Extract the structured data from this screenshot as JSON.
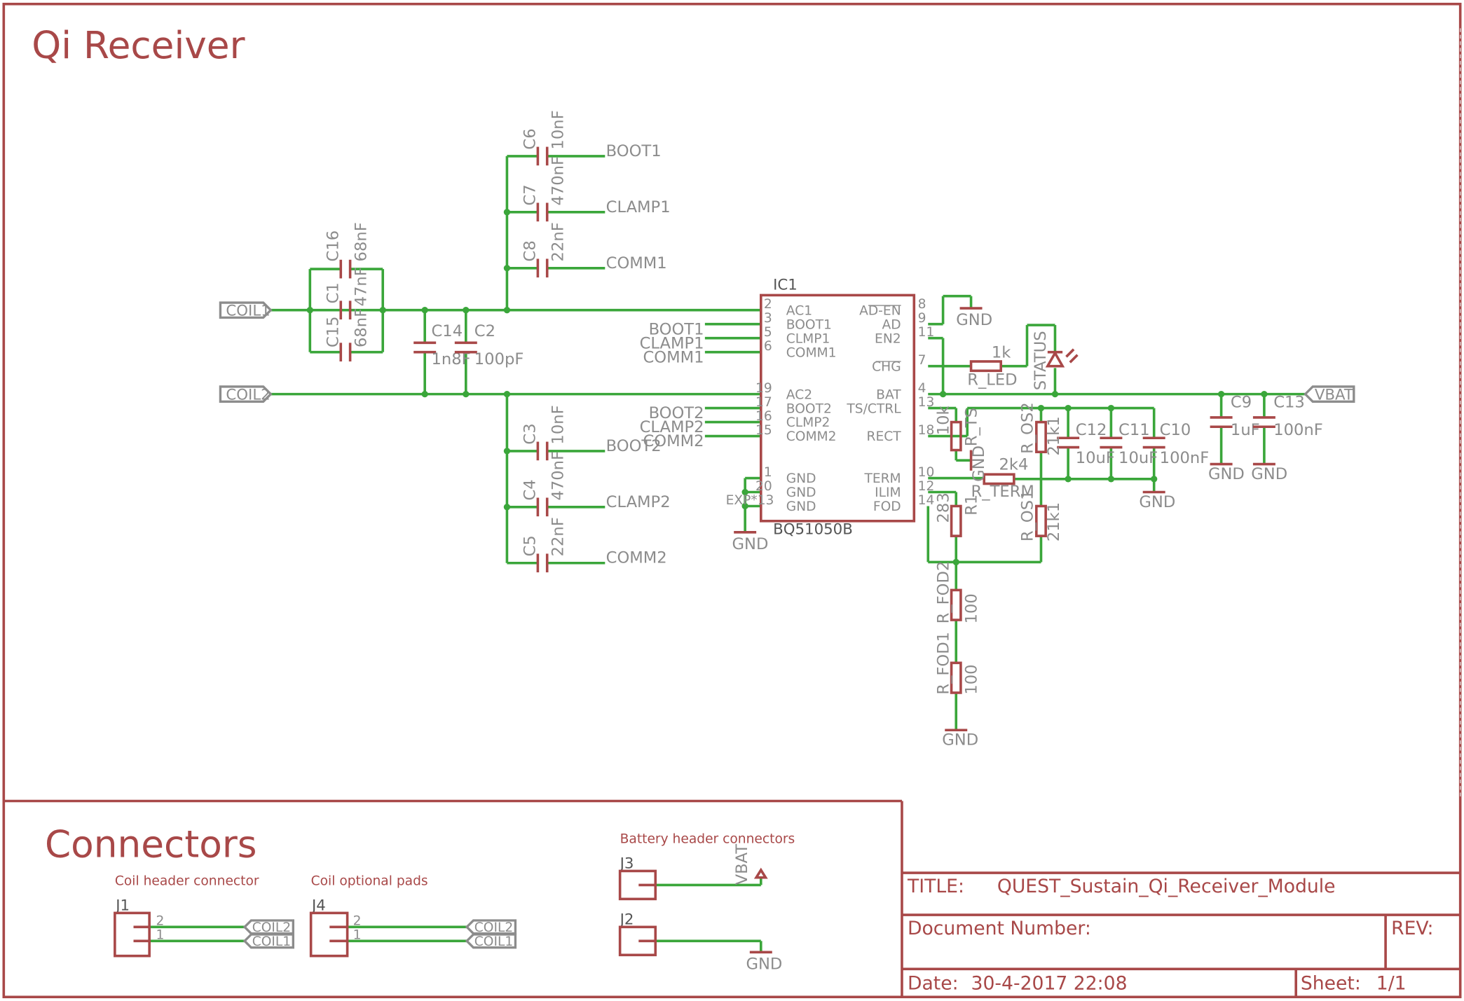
{
  "sections": {
    "qi_receiver": "Qi Receiver",
    "connectors": "Connectors",
    "coil_header": "Coil header connector",
    "coil_pads": "Coil optional pads",
    "battery_header": "Battery header connectors"
  },
  "ic": {
    "ref": "IC1",
    "value": "BQ51050B",
    "left_pins": [
      {
        "num": "2",
        "name": "AC1"
      },
      {
        "num": "3",
        "name": "BOOT1"
      },
      {
        "num": "5",
        "name": "CLMP1"
      },
      {
        "num": "6",
        "name": "COMM1"
      },
      {
        "num": "19",
        "name": "AC2"
      },
      {
        "num": "17",
        "name": "BOOT2"
      },
      {
        "num": "16",
        "name": "CLMP2"
      },
      {
        "num": "15",
        "name": "COMM2"
      },
      {
        "num": "1",
        "name": "GND"
      },
      {
        "num": "20",
        "name": "GND"
      },
      {
        "num": "EXP*13",
        "name": "GND"
      }
    ],
    "right_pins": [
      {
        "num": "8",
        "name": "AD-EN"
      },
      {
        "num": "9",
        "name": "AD"
      },
      {
        "num": "11",
        "name": "EN2"
      },
      {
        "num": "7",
        "name": "CHG"
      },
      {
        "num": "4",
        "name": "BAT"
      },
      {
        "num": "13",
        "name": "TS/CTRL"
      },
      {
        "num": "18",
        "name": "RECT"
      },
      {
        "num": "10",
        "name": "TERM"
      },
      {
        "num": "12",
        "name": "ILIM"
      },
      {
        "num": "14",
        "name": "FOD"
      }
    ]
  },
  "caps": {
    "C16": {
      "ref": "C16",
      "value": "68nF"
    },
    "C1": {
      "ref": "C1",
      "value": "47nF"
    },
    "C15": {
      "ref": "C15",
      "value": "68nF"
    },
    "C14": {
      "ref": "C14",
      "value": "1n8F"
    },
    "C2": {
      "ref": "C2",
      "value": "100pF"
    },
    "C6": {
      "ref": "C6",
      "value": "10nF"
    },
    "C7": {
      "ref": "C7",
      "value": "470nF"
    },
    "C8": {
      "ref": "C8",
      "value": "22nF"
    },
    "C3": {
      "ref": "C3",
      "value": "10nF"
    },
    "C4": {
      "ref": "C4",
      "value": "470nF"
    },
    "C5": {
      "ref": "C5",
      "value": "22nF"
    },
    "C12": {
      "ref": "C12",
      "value": "10uF"
    },
    "C11": {
      "ref": "C11",
      "value": "10uF"
    },
    "C10": {
      "ref": "C10",
      "value": "100nF"
    },
    "C9": {
      "ref": "C9",
      "value": "1uF"
    },
    "C13": {
      "ref": "C13",
      "value": "100nF"
    }
  },
  "resistors": {
    "R_LED": {
      "ref": "R_LED",
      "value": "1k"
    },
    "R_TS": {
      "ref": "R_TS",
      "value": "10k"
    },
    "R_TERM": {
      "ref": "R_TERM",
      "value": "2k4"
    },
    "R1": {
      "ref": "R1",
      "value": "283"
    },
    "R_OS2": {
      "ref": "R_OS2",
      "value": "21k1"
    },
    "R_OS1": {
      "ref": "R_OS1",
      "value": "21k1"
    },
    "R_FOD2": {
      "ref": "R_FOD2",
      "value": "100"
    },
    "R_FOD1": {
      "ref": "R_FOD1",
      "value": "100"
    }
  },
  "led": {
    "ref": "STATUS"
  },
  "nets": {
    "coil1": "COIL1",
    "coil2": "COIL2",
    "vbat": "VBAT",
    "gnd": "GND",
    "boot1": "BOOT1",
    "clamp1": "CLAMP1",
    "comm1": "COMM1",
    "boot2": "BOOT2",
    "clamp2": "CLAMP2",
    "comm2": "COMM2"
  },
  "connectors": {
    "J1": "J1",
    "J4": "J4",
    "J3": "J3",
    "J2": "J2",
    "pin1": "1",
    "pin2": "2"
  },
  "title_block": {
    "title_label": "TITLE:",
    "title": "QUEST_Sustain_Qi_Receiver_Module",
    "doc_label": "Document Number:",
    "rev_label": "REV:",
    "date_label": "Date:",
    "date": "30-4-2017 22:08",
    "sheet_label": "Sheet:",
    "sheet": "1/1"
  },
  "colors": {
    "frame": "#a84848",
    "wire": "#3aa63a",
    "label": "#8c8c8c",
    "background": "#ffffff"
  }
}
